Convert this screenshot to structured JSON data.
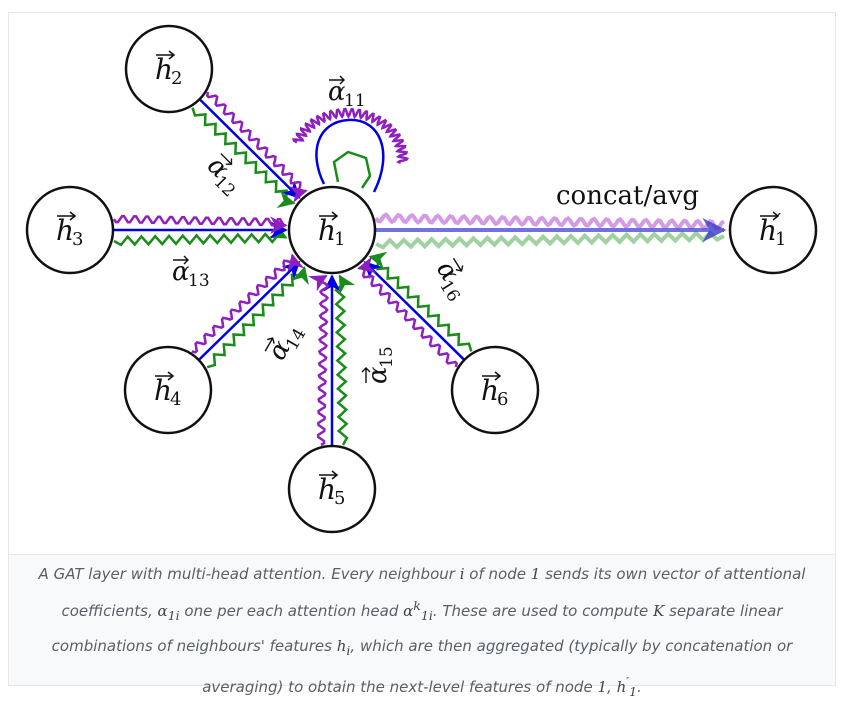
{
  "figure": {
    "nodes": [
      {
        "id": "h1",
        "label": "h",
        "sub": "1"
      },
      {
        "id": "h2",
        "label": "h",
        "sub": "2"
      },
      {
        "id": "h3",
        "label": "h",
        "sub": "3"
      },
      {
        "id": "h4",
        "label": "h",
        "sub": "4"
      },
      {
        "id": "h5",
        "label": "h",
        "sub": "5"
      },
      {
        "id": "h6",
        "label": "h",
        "sub": "6"
      },
      {
        "id": "h1p",
        "label": "h",
        "sub": "1",
        "prime": "′"
      }
    ],
    "edge_labels": [
      {
        "id": "a11",
        "text": "α",
        "sub": "11"
      },
      {
        "id": "a12",
        "text": "α",
        "sub": "12"
      },
      {
        "id": "a13",
        "text": "α",
        "sub": "13"
      },
      {
        "id": "a14",
        "text": "α",
        "sub": "14"
      },
      {
        "id": "a15",
        "text": "α",
        "sub": "15"
      },
      {
        "id": "a16",
        "text": "α",
        "sub": "16"
      }
    ],
    "output_label": "concat/avg",
    "colors": {
      "head1": "#0000e6",
      "head2": "#1a8c1a",
      "head3": "#8f1fbf",
      "node_stroke": "#111111"
    }
  },
  "caption": {
    "p1": "A GAT layer with multi-head attention. Every neighbour",
    "i": "i",
    "p2": "of node",
    "one": "1",
    "p3": "sends its own vector of attentional coefficients,",
    "alpha": "α",
    "alpha_sub": "1i",
    "p4": "one per each attention head",
    "alpha_k": "α",
    "alpha_k_sup": "k",
    "alpha_k_sub": "1i",
    "p5": ". These are used to compute",
    "K": "K",
    "p6": "separate linear combinations of neighbours' features",
    "hi": "h",
    "hi_sub": "i",
    "p7": ", which are then aggregated (typically by concatenation or averaging) to obtain the next-level features of node",
    "one2": "1",
    "h1p": "h",
    "h1p_sup": "′",
    "h1p_sub": "1",
    "end": "."
  }
}
